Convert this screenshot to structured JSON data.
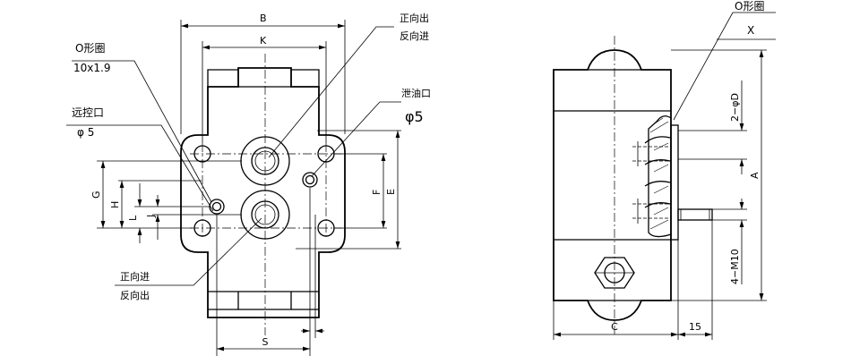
{
  "front_view": {
    "dim_B": "B",
    "dim_K": "K",
    "dim_G": "G",
    "dim_H": "H",
    "dim_L": "L",
    "dim_J": "J",
    "dim_F": "F",
    "dim_E": "E",
    "dim_S": "S",
    "label_o_ring": "O形圈",
    "label_o_ring_size": "10x1.9",
    "label_remote": "远控口",
    "label_remote_size": "φ 5",
    "label_top_port_1": "正向出",
    "label_top_port_2": "反向进",
    "label_drain": "泄油口",
    "label_drain_size": "φ5",
    "label_bottom_port_1": "正向进",
    "label_bottom_port_2": "反向出"
  },
  "side_view": {
    "label_o_ring": "O形圈",
    "label_X": "X",
    "dim_2phiD": "2−φD",
    "dim_A": "A",
    "dim_4M10": "4−M10",
    "dim_C": "C",
    "dim_15": "15"
  }
}
